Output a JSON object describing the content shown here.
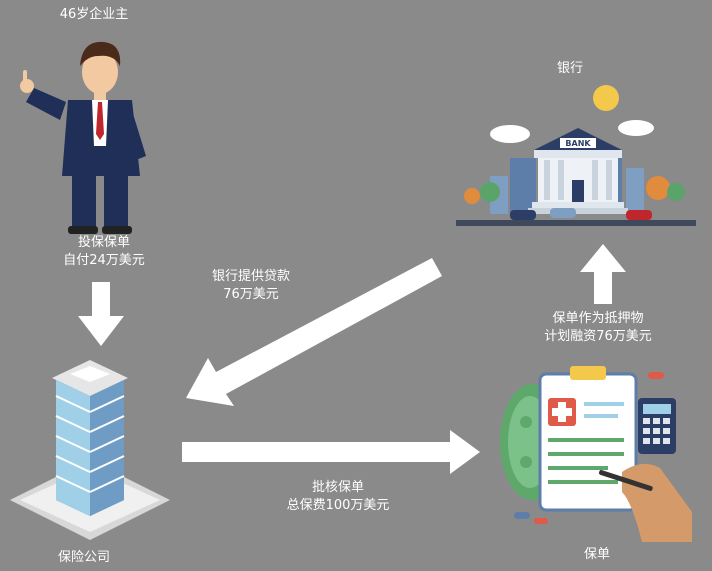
{
  "owner": {
    "title": "46岁企业主",
    "action_line1": "投保保单",
    "action_line2": "自付24万美元"
  },
  "bank": {
    "title": "银行",
    "sign": "BANK"
  },
  "flows": {
    "loan_line1": "银行提供贷款",
    "loan_line2": "76万美元",
    "collateral_line1": "保单作为抵押物",
    "collateral_line2": "计划融资76万美元",
    "approve_line1": "批核保单",
    "approve_line2": "总保费100万美元"
  },
  "insurer": {
    "title": "保险公司"
  },
  "policy": {
    "title": "保单"
  },
  "colors": {
    "background": "#8a8a8a",
    "suit": "#1f2f57",
    "tie": "#c0272d",
    "skin": "#f2c9a0",
    "building_glass": "#9fd0e8",
    "bank_roof": "#2c3e66",
    "money": "#5ea86b",
    "arrow": "#ffffff"
  }
}
